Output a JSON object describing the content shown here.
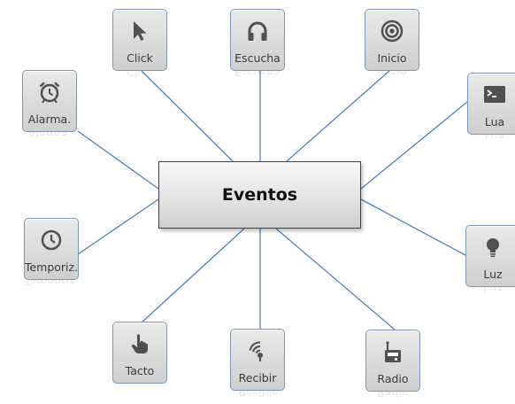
{
  "diagram": {
    "center": {
      "label": "Eventos"
    },
    "line_color": "#4f81bd",
    "nodes": [
      {
        "id": "click",
        "label": "Click",
        "icon": "cursor-arrow-icon"
      },
      {
        "id": "escucha",
        "label": "Escucha",
        "icon": "headphones-icon"
      },
      {
        "id": "inicio",
        "label": "Inicio",
        "icon": "target-icon"
      },
      {
        "id": "alarma",
        "label": "Alarma.",
        "icon": "alarm-clock-icon"
      },
      {
        "id": "lua",
        "label": "Lua",
        "icon": "terminal-icon"
      },
      {
        "id": "temporiz",
        "label": "Temporiz.",
        "icon": "clock-icon"
      },
      {
        "id": "luz",
        "label": "Luz",
        "icon": "lightbulb-icon"
      },
      {
        "id": "tacto",
        "label": "Tacto",
        "icon": "hand-touch-icon"
      },
      {
        "id": "recibir",
        "label": "Recibir",
        "icon": "signal-receive-icon"
      },
      {
        "id": "radio",
        "label": "Radio",
        "icon": "radio-antenna-icon"
      }
    ]
  }
}
